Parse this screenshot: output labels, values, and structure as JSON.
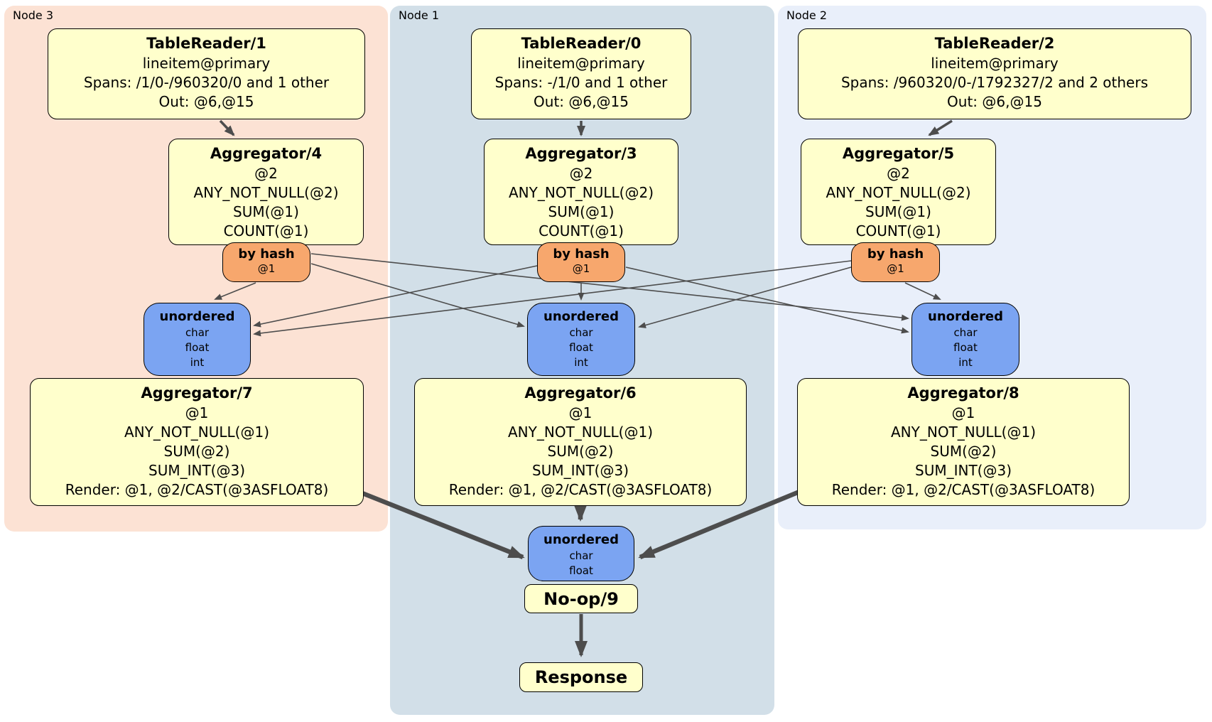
{
  "regions": [
    {
      "label": "Node 3"
    },
    {
      "label": "Node 1"
    },
    {
      "label": "Node 2"
    }
  ],
  "processors": {
    "tr1": {
      "title": "TableReader/1",
      "lines": [
        "lineitem@primary",
        "Spans: /1/0-/960320/0 and 1 other",
        "Out: @6,@15"
      ]
    },
    "tr0": {
      "title": "TableReader/0",
      "lines": [
        "lineitem@primary",
        "Spans: -/1/0 and 1 other",
        "Out: @6,@15"
      ]
    },
    "tr2": {
      "title": "TableReader/2",
      "lines": [
        "lineitem@primary",
        "Spans: /960320/0-/1792327/2 and 2 others",
        "Out: @6,@15"
      ]
    },
    "agg4": {
      "title": "Aggregator/4",
      "lines": [
        "@2",
        "ANY_NOT_NULL(@2)",
        "SUM(@1)",
        "COUNT(@1)"
      ]
    },
    "agg3": {
      "title": "Aggregator/3",
      "lines": [
        "@2",
        "ANY_NOT_NULL(@2)",
        "SUM(@1)",
        "COUNT(@1)"
      ]
    },
    "agg5": {
      "title": "Aggregator/5",
      "lines": [
        "@2",
        "ANY_NOT_NULL(@2)",
        "SUM(@1)",
        "COUNT(@1)"
      ]
    },
    "agg7": {
      "title": "Aggregator/7",
      "lines": [
        "@1",
        "ANY_NOT_NULL(@1)",
        "SUM(@2)",
        "SUM_INT(@3)",
        "Render: @1, @2/CAST(@3ASFLOAT8)"
      ]
    },
    "agg6": {
      "title": "Aggregator/6",
      "lines": [
        "@1",
        "ANY_NOT_NULL(@1)",
        "SUM(@2)",
        "SUM_INT(@3)",
        "Render: @1, @2/CAST(@3ASFLOAT8)"
      ]
    },
    "agg8": {
      "title": "Aggregator/8",
      "lines": [
        "@1",
        "ANY_NOT_NULL(@1)",
        "SUM(@2)",
        "SUM_INT(@3)",
        "Render: @1, @2/CAST(@3ASFLOAT8)"
      ]
    },
    "noop": {
      "title": "No-op/9"
    },
    "response": {
      "title": "Response"
    }
  },
  "routers": {
    "node3": {
      "title": "by hash",
      "detail": "@1"
    },
    "node1": {
      "title": "by hash",
      "detail": "@1"
    },
    "node2": {
      "title": "by hash",
      "detail": "@1"
    }
  },
  "syncs": {
    "node3": {
      "title": "unordered",
      "types": [
        "char",
        "float",
        "int"
      ]
    },
    "node1": {
      "title": "unordered",
      "types": [
        "char",
        "float",
        "int"
      ]
    },
    "node2": {
      "title": "unordered",
      "types": [
        "char",
        "float",
        "int"
      ]
    },
    "final": {
      "title": "unordered",
      "types": [
        "char",
        "float"
      ]
    }
  },
  "colors": {
    "node3_bg": "#fce2d4",
    "node1_bg": "#d2dfe8",
    "node2_bg": "#e9effa",
    "processor_bg": "#ffffcc",
    "router_bg": "#f7a76d",
    "sync_bg": "#7ba4f2",
    "box_border": "#000000",
    "edge": "#4d4d4d"
  }
}
